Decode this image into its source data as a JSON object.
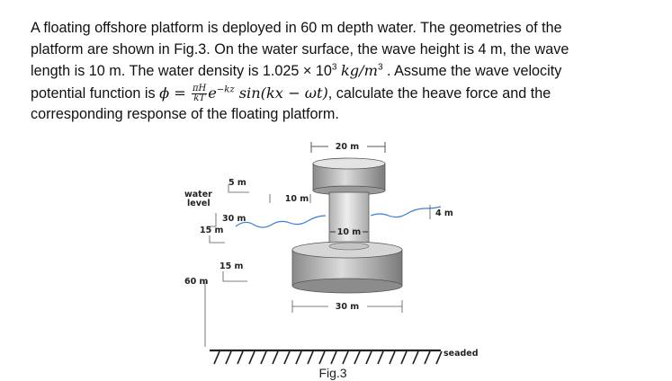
{
  "problem": {
    "line1": "A floating offshore platform is deployed in 60 m depth water. The geometries of the",
    "line2": "platform are shown in Fig.3. On the water surface, the wave height is 4 m, the wave",
    "line3_pre": "length is 10 m. The water density is 1.025 × 10",
    "line3_exp": "3",
    "line3_unit": "kg/m",
    "line3_unit_exp": "3",
    "line3_post": " . Assume the wave velocity",
    "line4_pre": "potential function is ",
    "phi": "ϕ = ",
    "frac_num": "πH",
    "frac_den": "kT",
    "exp_base": "e",
    "exp_power": "−kz",
    "sin_expr": " sin(kx − ωt)",
    "line4_post": ", calculate the heave force and the",
    "line5": "corresponding response of the floating platform."
  },
  "figure": {
    "top_width": "20 m",
    "wave_height": "4 m",
    "wave_length": "10 m",
    "column_width": "10 m",
    "base_width": "30 m",
    "water_level": [
      "water",
      "level"
    ],
    "dim_5m": "5 m",
    "dim_30m": "30 m",
    "dim_15m_a": "15 m",
    "dim_15m_b": "15 m",
    "depth": "60 m",
    "seabed": "seaded",
    "caption": "Fig.3"
  }
}
